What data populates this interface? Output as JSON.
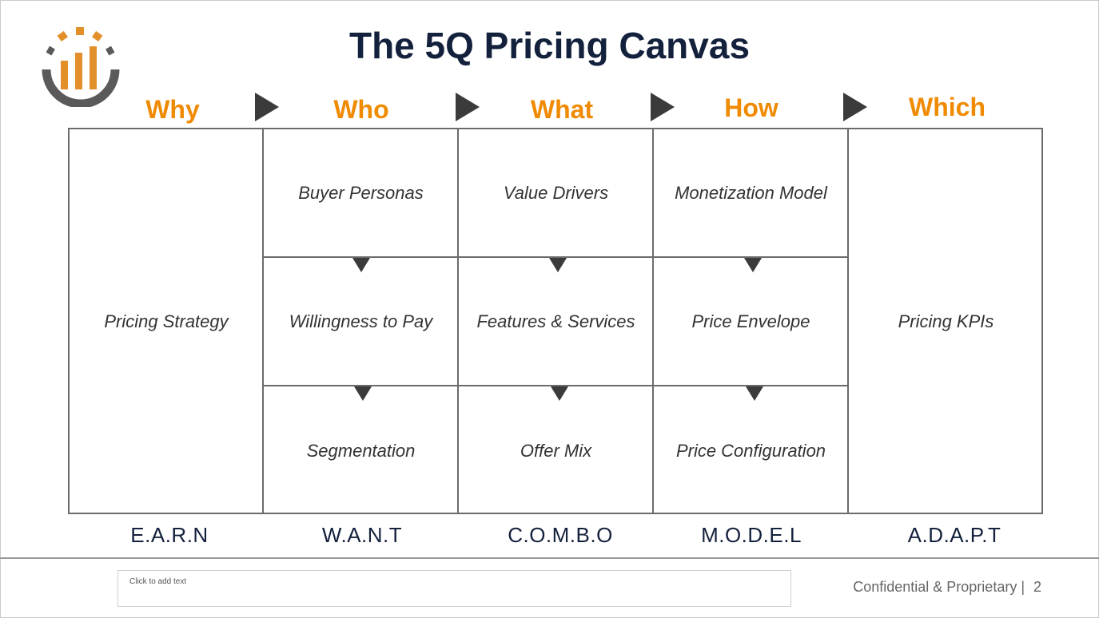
{
  "title": "The 5Q Pricing Canvas",
  "colors": {
    "accent": "#f08a00",
    "title": "#14213d",
    "logo_gray": "#5a5a5a"
  },
  "questions": [
    "Why",
    "Who",
    "What",
    "How",
    "Which"
  ],
  "columns": {
    "why": {
      "cell": "Pricing Strategy",
      "acronym": "E.A.R.N"
    },
    "who": {
      "cells": [
        "Buyer Personas",
        "Willingness to Pay",
        "Segmentation"
      ],
      "acronym": "W.A.N.T"
    },
    "what": {
      "cells": [
        "Value Drivers",
        "Features & Services",
        "Offer Mix"
      ],
      "acronym": "C.O.M.B.O"
    },
    "how": {
      "cells": [
        "Monetization Model",
        "Price Envelope",
        "Price Configuration"
      ],
      "acronym": "M.O.D.E.L"
    },
    "which": {
      "cell": "Pricing KPIs",
      "acronym": "A.D.A.P.T"
    }
  },
  "footer": {
    "notes_placeholder": "Click to add text",
    "confidential": "Confidential & Proprietary  |",
    "page_number": "2"
  },
  "icons": [
    "logo-icon",
    "arrow-right-icon",
    "arrow-down-icon"
  ]
}
